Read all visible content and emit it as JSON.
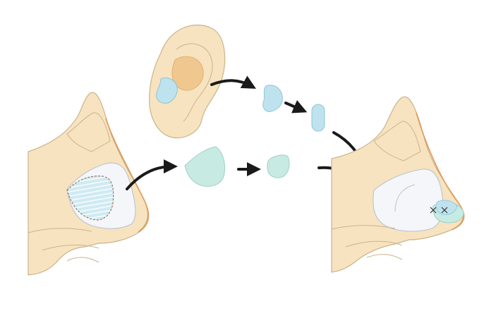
{
  "diagram": {
    "labels": [],
    "colors": {
      "skin": "#f7e3bf",
      "skin_line": "#c9b48c",
      "skin_edge": "#e09a5a",
      "cartilage": "#f4f6fa",
      "cartilage_line": "#b9c3d2",
      "graft_blue": "#bfe3ee",
      "graft_blue_line": "#8fc4d6",
      "graft_green": "#c7ebe2",
      "graft_green_line": "#9fd0c2",
      "arrow": "#1a1a1a",
      "ear_inner": "#f0c48a"
    },
    "icons": [
      "curved-arrow",
      "straight-arrow",
      "suture-x"
    ]
  }
}
